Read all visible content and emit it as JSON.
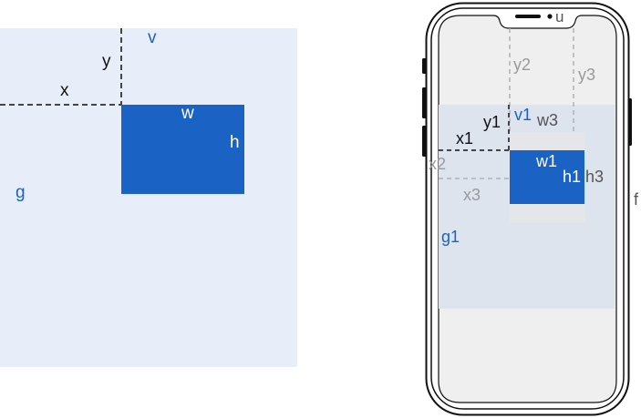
{
  "colors": {
    "region_fill": "#e8eef9",
    "window_fill": "#dde4ee",
    "view_fill": "#1a63c4",
    "screen_fill": "#efefef",
    "ghost_fill": "#e4e6ea",
    "label_blue": "#1a63c4",
    "label_black": "#111111",
    "label_gray": "#9a9a9a",
    "label_darkgray": "#555555",
    "dash_dark": "#444444",
    "dash_light": "#b2b2b2",
    "phone_stroke": "#111111"
  },
  "left_diagram": {
    "labels": {
      "v": "v",
      "y": "y",
      "x": "x",
      "w": "w",
      "h": "h",
      "g": "g"
    }
  },
  "right_diagram": {
    "labels": {
      "u": "u",
      "y2": "y2",
      "y3": "y3",
      "v1": "v1",
      "y1": "y1",
      "x1": "x1",
      "w3": "w3",
      "x2": "x2",
      "w1": "w1",
      "h1": "h1",
      "h3": "h3",
      "x3": "x3",
      "g1": "g1",
      "f": "f"
    }
  }
}
